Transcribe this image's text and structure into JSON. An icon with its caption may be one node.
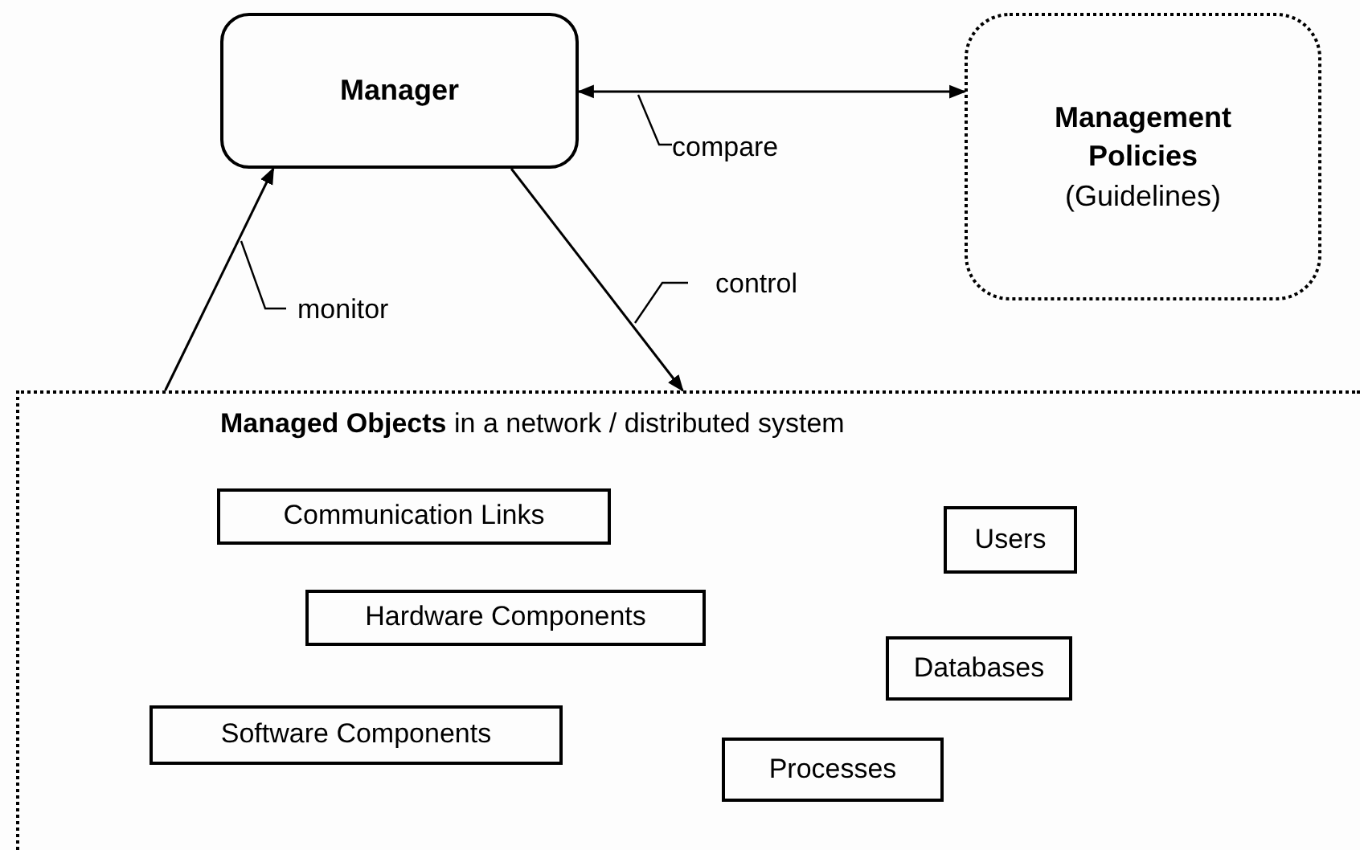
{
  "diagram": {
    "nodes": [
      {
        "text": [
          "Manager"
        ]
      },
      {
        "text": [
          "Management Policies",
          "(Guidelines)"
        ]
      },
      {
        "text": [
          "**Managed Objects** in a network / distributed system"
        ]
      },
      {
        "text": [
          "Communication Links"
        ],
        "in": 2
      },
      {
        "text": [
          "Users"
        ],
        "in": 2
      },
      {
        "text": [
          "Hardware Components"
        ],
        "in": 2
      },
      {
        "text": [
          "Databases"
        ],
        "in": 2
      },
      {
        "text": [
          "Software Components"
        ],
        "in": 2
      },
      {
        "text": [
          "Processes"
        ],
        "in": 2
      }
    ],
    "edges": [
      {
        "from": 0,
        "to": 1,
        "arrow": "both",
        "label": "compare"
      },
      {
        "from": 2,
        "to": 0,
        "arrow": "to",
        "label": "monitor"
      },
      {
        "from": 0,
        "to": 2,
        "arrow": "to",
        "label": "control"
      }
    ]
  }
}
